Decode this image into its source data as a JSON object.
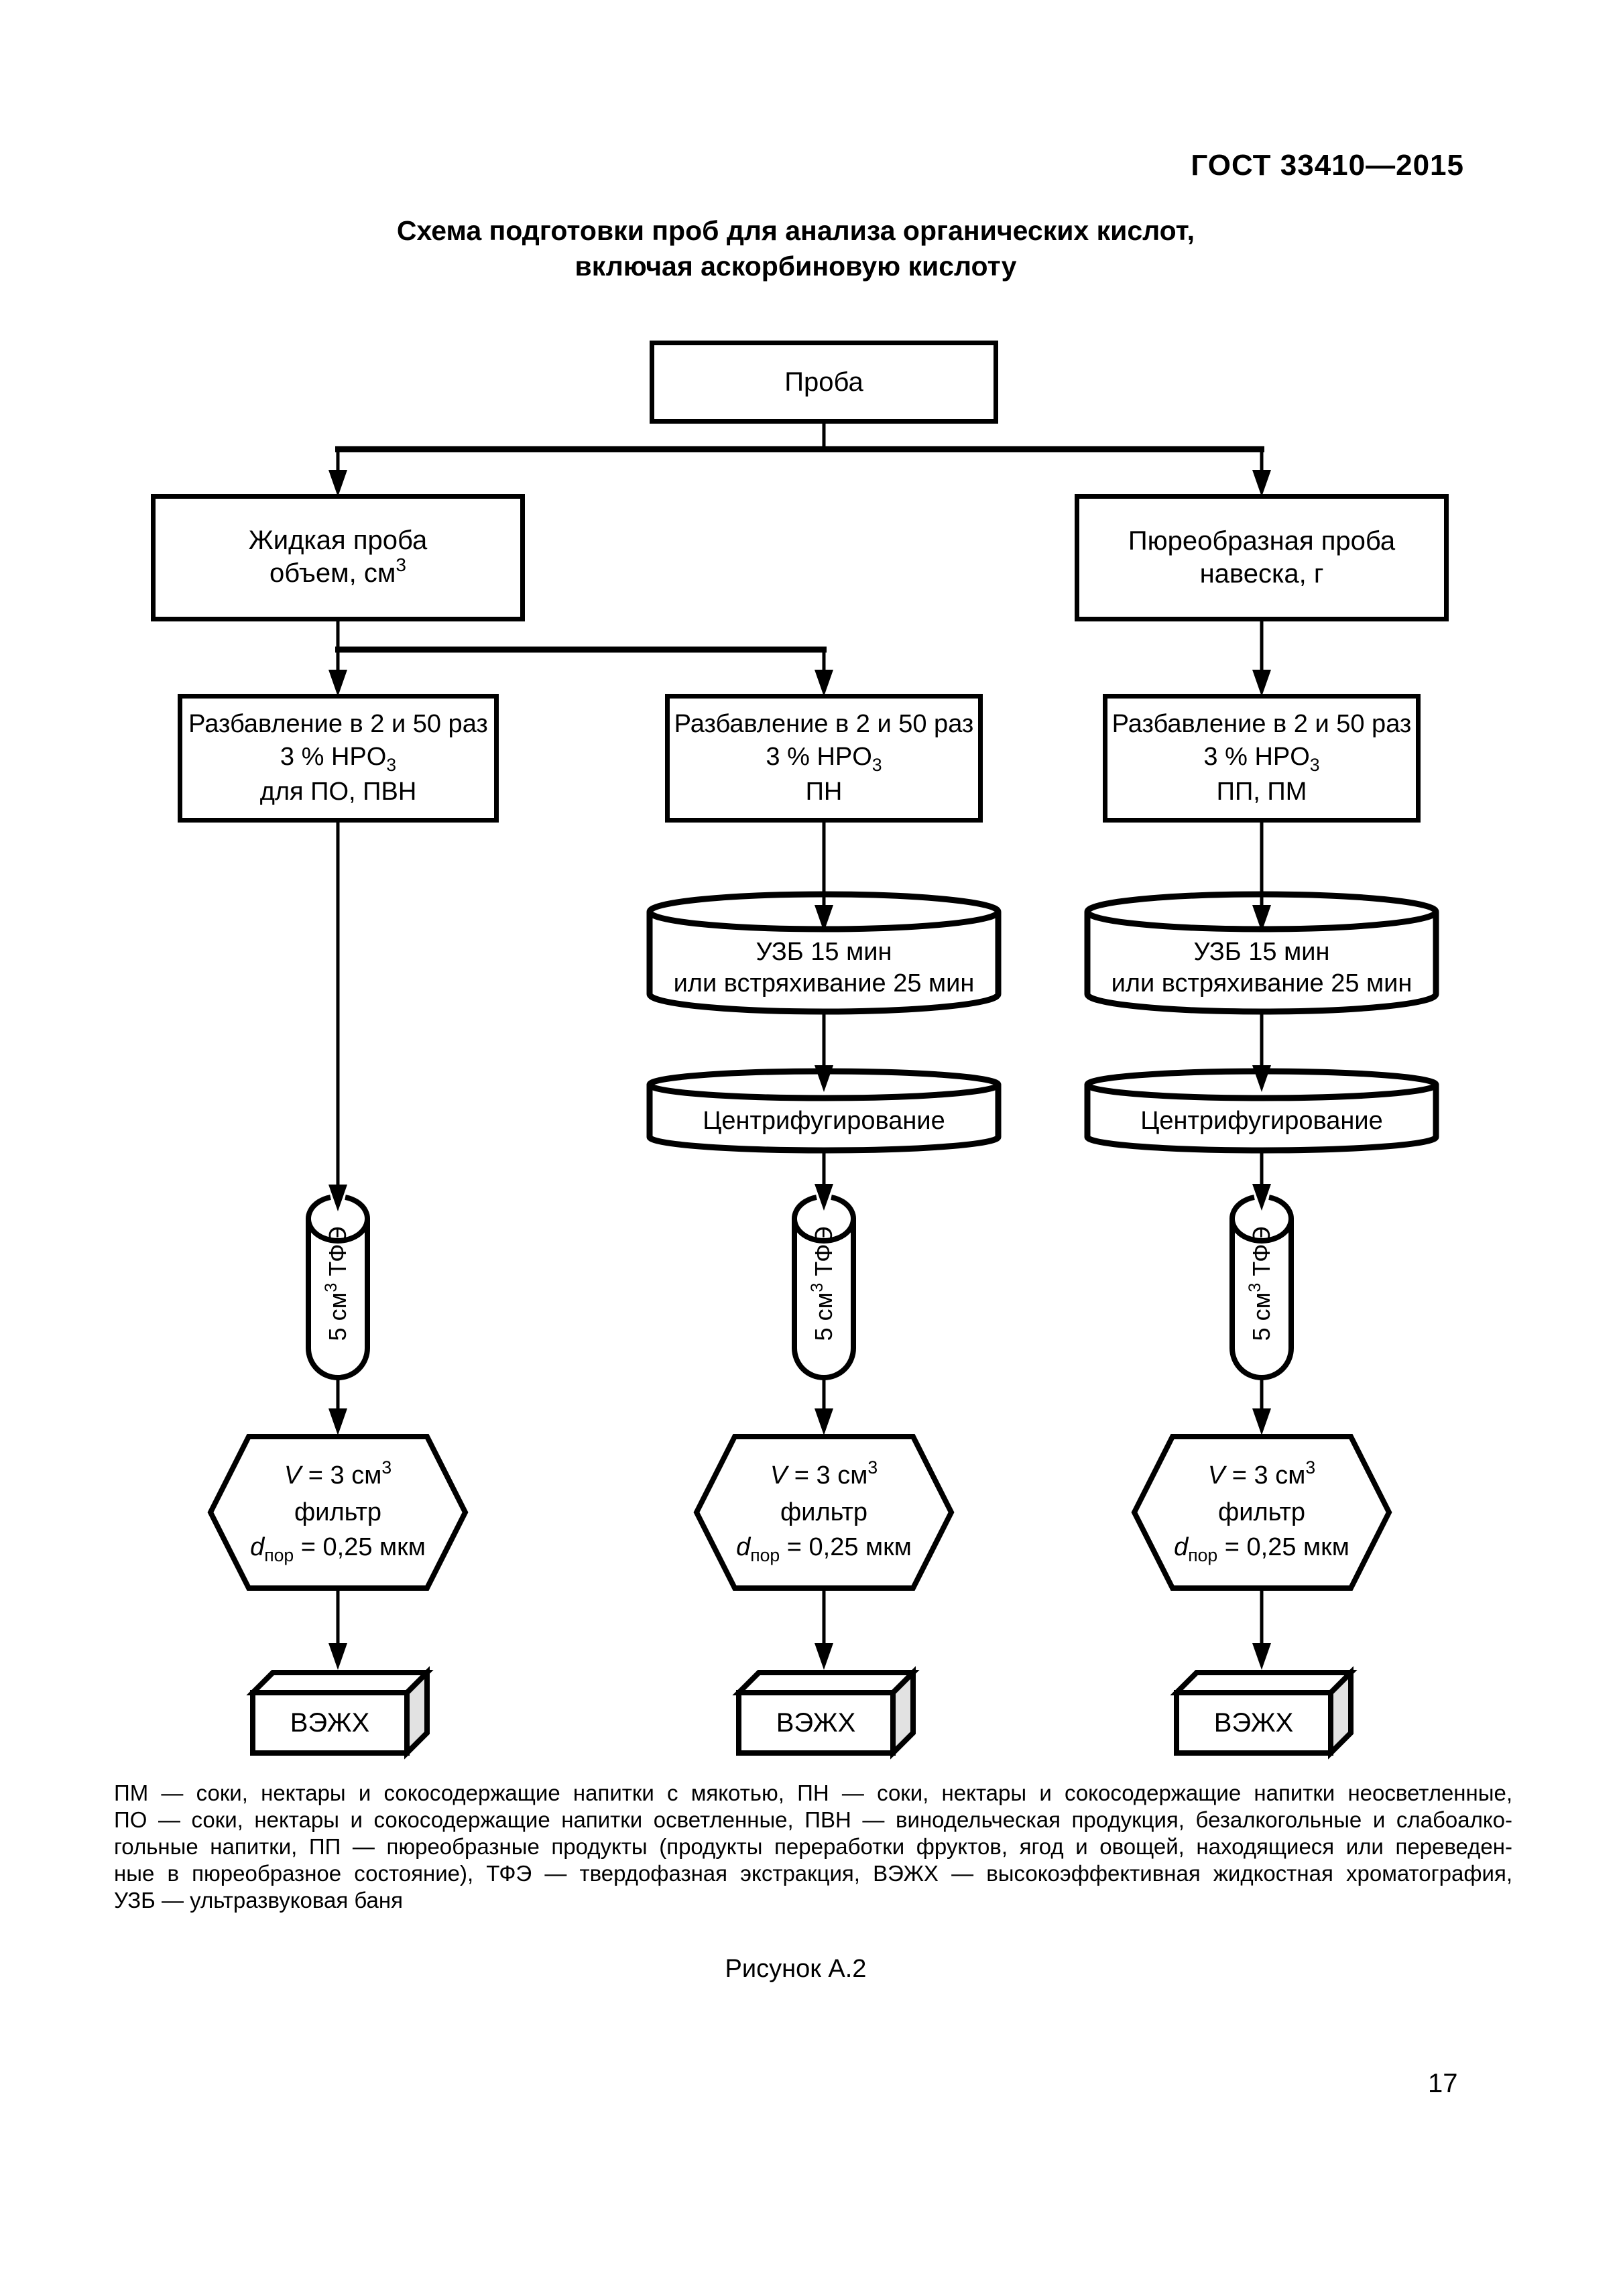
{
  "page": {
    "standard_ref": "ГОСТ 33410—2015",
    "title_line1": "Схема подготовки проб для анализа органических кислот,",
    "title_line2": "включая аскорбиновую кислоту",
    "figure_caption": "Рисунок А.2",
    "page_number": "17"
  },
  "flowchart": {
    "root_label": "Проба",
    "liquid_sample": {
      "line1": "Жидкая проба",
      "line2_pre": "объем, см",
      "line2_sup": "3"
    },
    "puree_sample": {
      "line1": "Пюреобразная проба",
      "line2": "навеска, г"
    },
    "dilution_boxes": [
      {
        "line1": "Разбавление в 2 и 50 раз",
        "acid_pre": "3 % HPO",
        "acid_sub": "3",
        "line3": "для ПО, ПВН"
      },
      {
        "line1": "Разбавление в 2 и 50 раз",
        "acid_pre": "3 % HPO",
        "acid_sub": "3",
        "line3": "ПН"
      },
      {
        "line1": "Разбавление в 2 и 50 раз",
        "acid_pre": "3 % HPO",
        "acid_sub": "3",
        "line3": "ПП, ПМ"
      }
    ],
    "uzb_cylinder": {
      "line1": "УЗБ 15 мин",
      "line2": "или встряхивание 25 мин"
    },
    "centrifuge_label": "Центрифугирование",
    "spe_cartridge": {
      "pre": "5 см",
      "sup": "3",
      "post": " ТФЭ"
    },
    "filter_hexagon": {
      "v": "V",
      "line1_mid": " = 3 см",
      "line1_sup": "3",
      "line2": "фильтр",
      "d": "d",
      "d_sub": "пор",
      "line3_post": " = 0,25 мкм"
    },
    "hplc_label": "ВЭЖХ"
  },
  "footnote": {
    "lines": [
      "ПМ — соки, нектары и сокосодержащие напитки с мякотью, ПН — соки, нектары и сокосодержащие напитки неосветленные,",
      "ПО — соки, нектары и сокосодержащие напитки осветленные, ПВН — винодельческая продукция, безалкогольные и слабоалко-",
      "гольные напитки, ПП — пюреобразные продукты (продукты переработки фруктов, ягод и овощей, находящиеся или переведен-",
      "ные в пюреобразное состояние), ТФЭ — твердофазная экстракция, ВЭЖХ — высокоэффективная жидкостная хроматография,",
      "УЗБ — ультразвуковая баня"
    ]
  },
  "colors": {
    "ink": "#000000",
    "paper": "#ffffff",
    "hplc_side_face": "#e2e2e2"
  }
}
